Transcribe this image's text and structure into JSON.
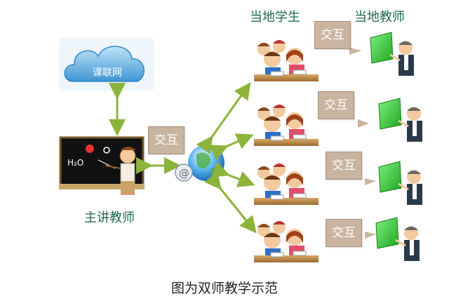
{
  "labels": {
    "local_students": "当地学生",
    "local_teachers": "当地教师",
    "main_teacher": "主讲教师",
    "cloud_name": "课联网",
    "center_interaction": "交互",
    "caption": "图为双师教学示范"
  },
  "remote_sites": [
    {
      "interaction": "交互"
    },
    {
      "interaction": "交互"
    },
    {
      "interaction": "交互"
    },
    {
      "interaction": "交互"
    }
  ],
  "colors": {
    "arrow": "#8cb33a",
    "label_text": "#1f6b4a",
    "interaction_box": "#c9b49f",
    "cloud": "#5aaee0",
    "blackboard": "#111111",
    "screen_green": "#3fcf3f"
  }
}
